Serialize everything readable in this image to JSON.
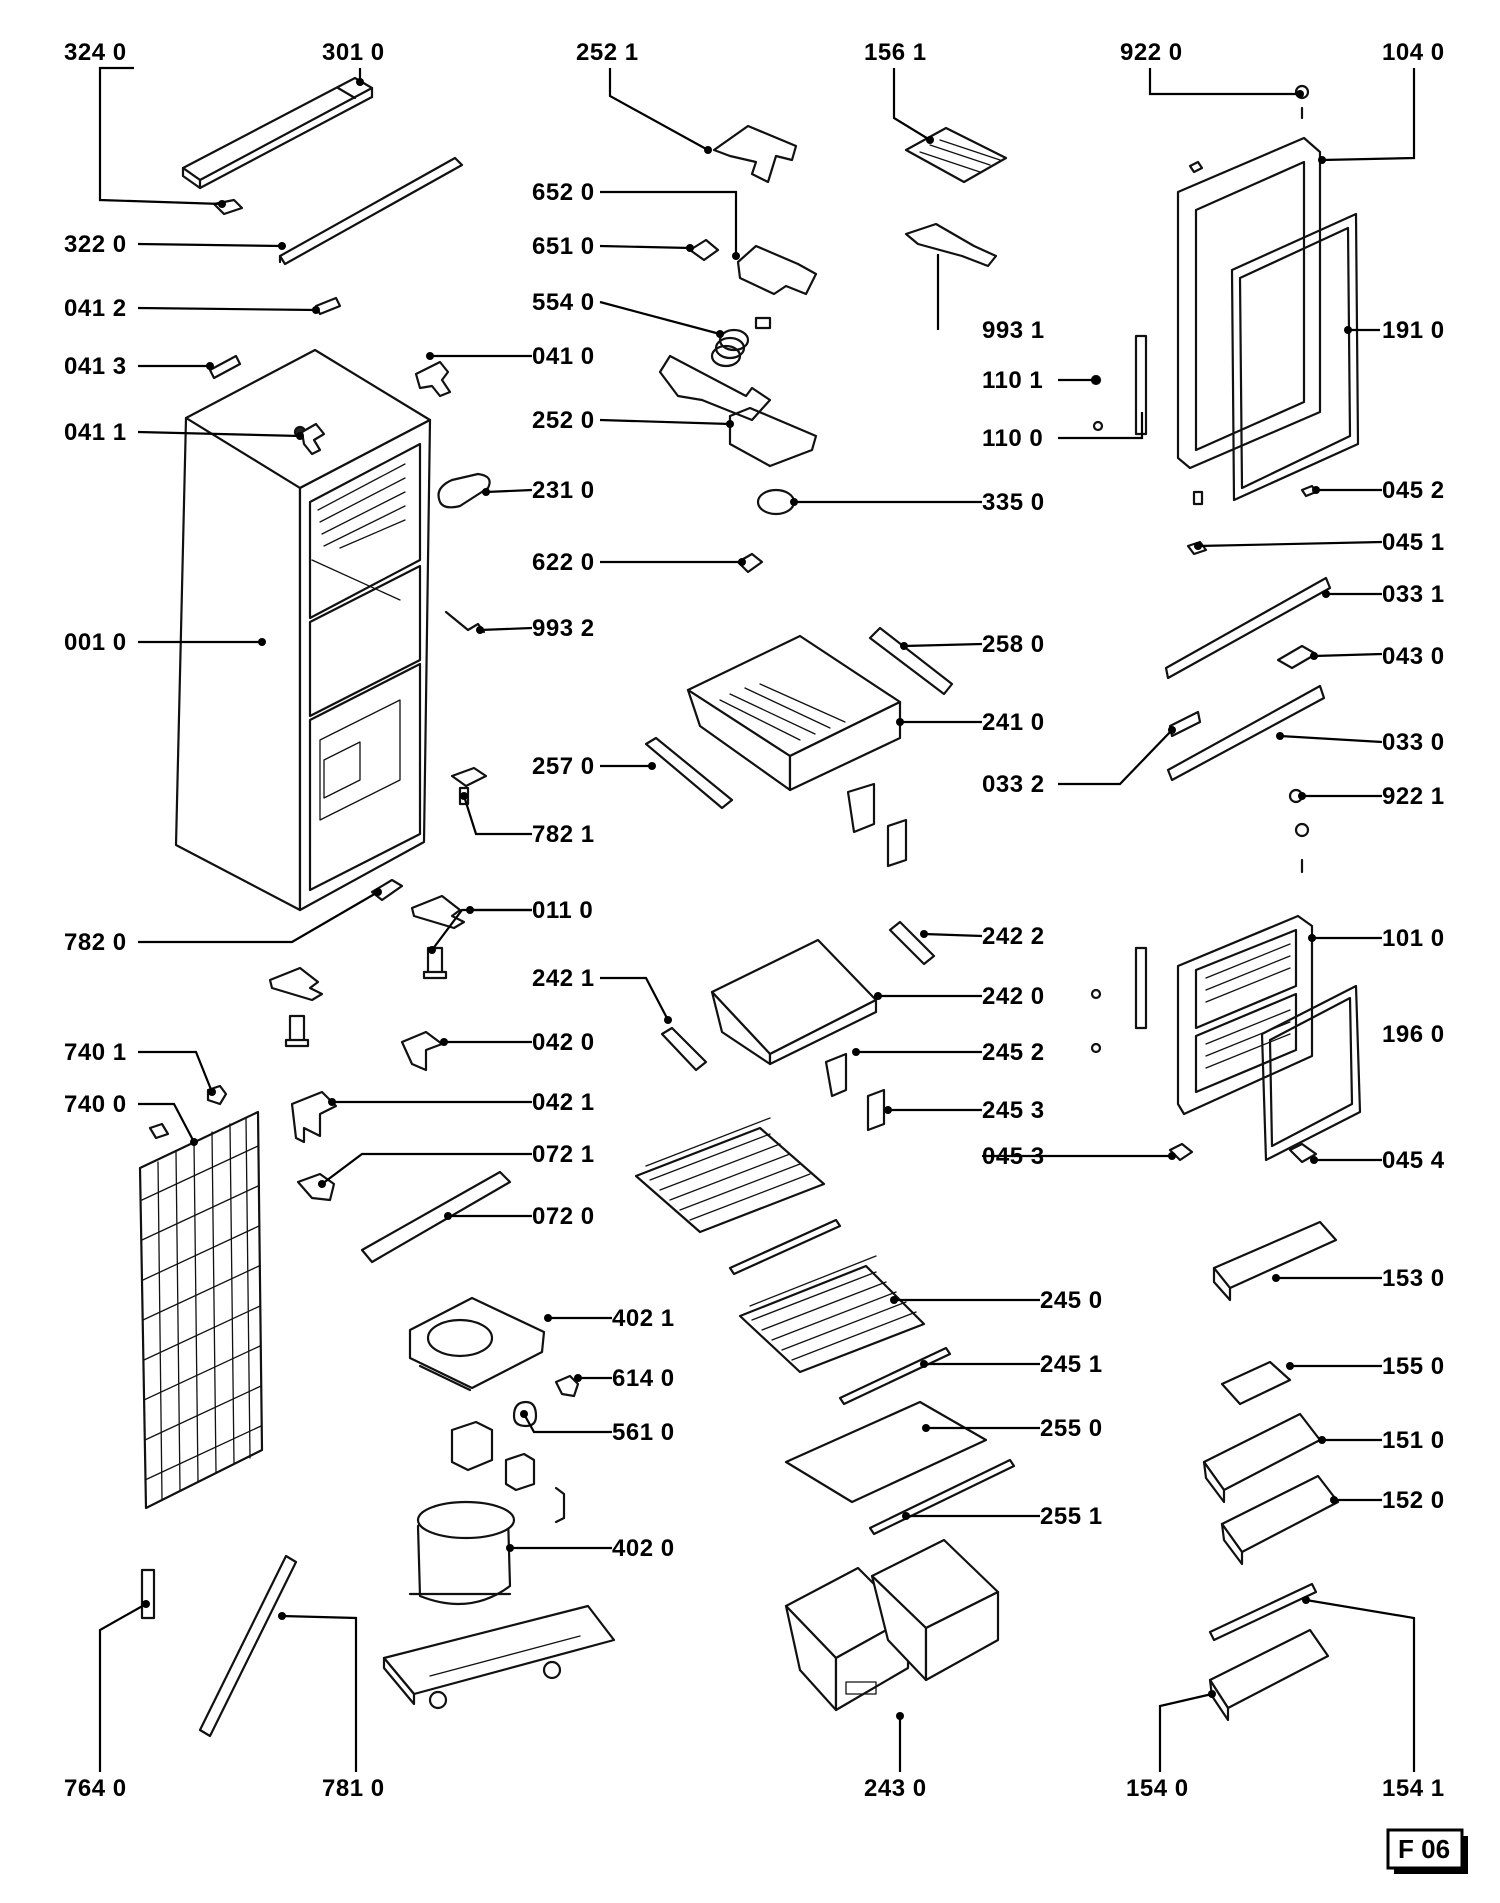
{
  "figure_code": "F 06",
  "labels": [
    {
      "text": "324  0"
    },
    {
      "text": "301 0"
    },
    {
      "text": "252 1"
    },
    {
      "text": "156 1"
    },
    {
      "text": "922  0"
    },
    {
      "text": "104 0"
    },
    {
      "text": "652 0"
    },
    {
      "text": "322 0"
    },
    {
      "text": "651 0"
    },
    {
      "text": "041  2"
    },
    {
      "text": "554 0"
    },
    {
      "text": "993  1"
    },
    {
      "text": "191 0"
    },
    {
      "text": "041  3"
    },
    {
      "text": "041 0"
    },
    {
      "text": "110  1"
    },
    {
      "text": "041  1"
    },
    {
      "text": "252 0"
    },
    {
      "text": "110  0"
    },
    {
      "text": "231 0"
    },
    {
      "text": "335  0"
    },
    {
      "text": "045 2"
    },
    {
      "text": "622 0"
    },
    {
      "text": "045 1"
    },
    {
      "text": "033 1"
    },
    {
      "text": "001  0"
    },
    {
      "text": "993 2"
    },
    {
      "text": "258  0"
    },
    {
      "text": "043 0"
    },
    {
      "text": "241  0"
    },
    {
      "text": "033 0"
    },
    {
      "text": "257 0"
    },
    {
      "text": "033  2"
    },
    {
      "text": "922 1"
    },
    {
      "text": "782 1"
    },
    {
      "text": "011 0"
    },
    {
      "text": "782  0"
    },
    {
      "text": "242 2"
    },
    {
      "text": "101 0"
    },
    {
      "text": "242 1"
    },
    {
      "text": "242  0"
    },
    {
      "text": "196 0"
    },
    {
      "text": "740  1"
    },
    {
      "text": "042 0"
    },
    {
      "text": "245 2"
    },
    {
      "text": "740  0"
    },
    {
      "text": "042 1"
    },
    {
      "text": "245  3"
    },
    {
      "text": "045  3"
    },
    {
      "text": "045 4"
    },
    {
      "text": "072 1"
    },
    {
      "text": "072 0"
    },
    {
      "text": "153 0"
    },
    {
      "text": "402 1"
    },
    {
      "text": "245 0"
    },
    {
      "text": "614  0"
    },
    {
      "text": "245 1"
    },
    {
      "text": "155  0"
    },
    {
      "text": "561  0"
    },
    {
      "text": "255 0"
    },
    {
      "text": "151  0"
    },
    {
      "text": "255 1"
    },
    {
      "text": "152  0"
    },
    {
      "text": "402  0"
    },
    {
      "text": "764  0"
    },
    {
      "text": "781  0"
    },
    {
      "text": "243  0"
    },
    {
      "text": "154  0"
    },
    {
      "text": "154  1"
    }
  ]
}
